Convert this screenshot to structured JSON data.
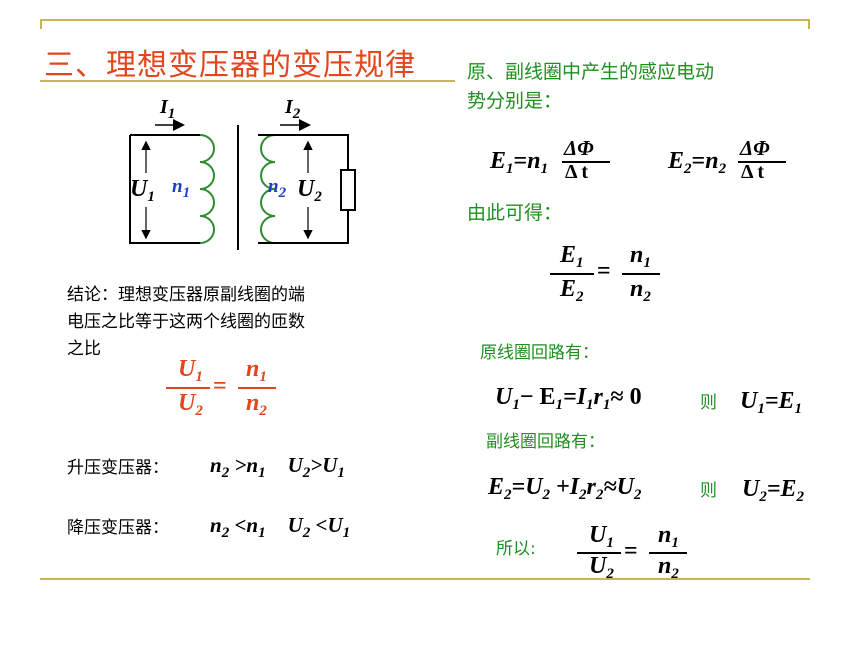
{
  "title": "三、理想变压器的变压规律",
  "diagram": {
    "i1_var": "I",
    "i1_sub": "1",
    "i2_var": "I",
    "i2_sub": "2",
    "u1_var": "U",
    "u1_sub": "1",
    "u2_var": "U",
    "u2_sub": "2",
    "n1_var": "n",
    "n1_sub": "1",
    "n2_var": "n",
    "n2_sub": "2",
    "colors": {
      "coil": "#2e8b2e",
      "wire": "#000000",
      "n_label": "#1d3fc4"
    }
  },
  "right": {
    "intro_line1": "原、副线圈中产生的感应电动",
    "intro_line2": "势分别是：",
    "emf1": {
      "lhs": "E",
      "lhs_sub": "1",
      "eq": "=",
      "n": "n",
      "n_sub": "1",
      "num": "ΔΦ",
      "den": "Δ t"
    },
    "emf2": {
      "lhs": "E",
      "lhs_sub": "2",
      "eq": "=",
      "n": "n",
      "n_sub": "2",
      "num": "ΔΦ",
      "den": "Δ t"
    },
    "derive_label": "由此可得：",
    "ratio_e": {
      "num_var": "E",
      "num_sub": "1",
      "den_var": "E",
      "den_sub": "2",
      "eq": "=",
      "rnum_var": "n",
      "rnum_sub": "1",
      "rden_var": "n",
      "rden_sub": "2"
    },
    "primary_label": "原线圈回路有：",
    "primary_eq": {
      "a": "U",
      "a_sub": "1",
      "b": "− E",
      "b_sub": "1",
      "c": "=I",
      "c_sub": "1",
      "d": "r",
      "d_sub": "1",
      "e": "≈ 0"
    },
    "then1": "则",
    "primary_result": {
      "a": "U",
      "a_sub": "1",
      "b": "=E",
      "b_sub": "1"
    },
    "secondary_label": "副线圈回路有：",
    "secondary_eq": {
      "a": "E",
      "a_sub": "2",
      "b": "=U",
      "b_sub": "2",
      "c": " +I",
      "c_sub": "2",
      "d": "r",
      "d_sub": "2",
      "e": "≈U",
      "e_sub": "2"
    },
    "then2": "则",
    "secondary_result": {
      "a": "U",
      "a_sub": "2",
      "b": "=E",
      "b_sub": "2"
    },
    "so_label": "所以:",
    "ratio_u": {
      "num_var": "U",
      "num_sub": "1",
      "den_var": "U",
      "den_sub": "2",
      "eq": "=",
      "rnum_var": "n",
      "rnum_sub": "1",
      "rden_var": "n",
      "rden_sub": "2"
    }
  },
  "left": {
    "conclusion_line1": "结论：理想变压器原副线圈的端",
    "conclusion_line2": "电压之比等于这两个线圈的匝数",
    "conclusion_line3": "之比",
    "ratio": {
      "num_var": "U",
      "num_sub": "1",
      "den_var": "U",
      "den_sub": "2",
      "eq": "=",
      "rnum_var": "n",
      "rnum_sub": "1",
      "rden_var": "n",
      "rden_sub": "2"
    },
    "step_up_label": "升压变压器：",
    "step_up": {
      "a": "n",
      "a_sub": "2",
      "b": " >n",
      "b_sub": "1",
      "c": "U",
      "c_sub": "2",
      "d": ">U",
      "d_sub": "1"
    },
    "step_down_label": "降压变压器：",
    "step_down": {
      "a": "n",
      "a_sub": "2",
      "b": " <n",
      "b_sub": "1",
      "c": "U",
      "c_sub": "2",
      "d": " <U",
      "d_sub": "1"
    }
  }
}
